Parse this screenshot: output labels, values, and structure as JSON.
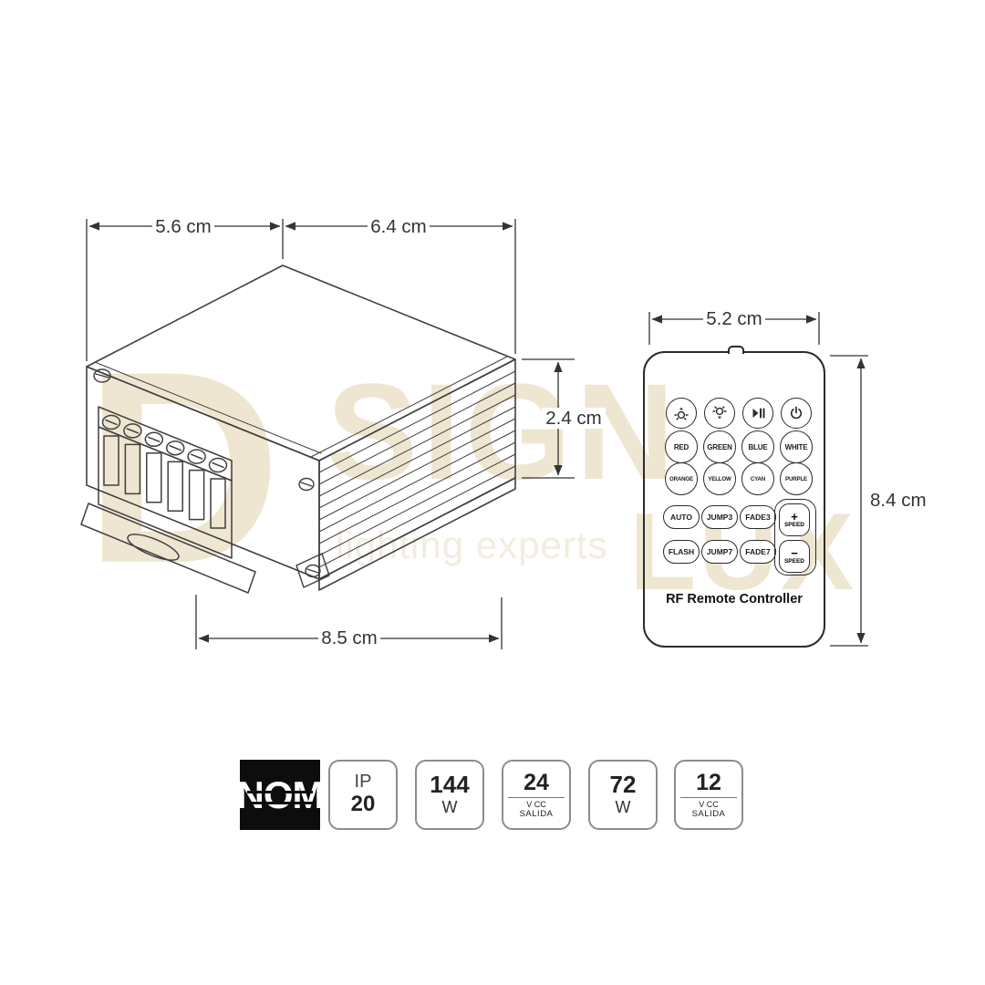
{
  "colors": {
    "line": "#3f3f3f",
    "watermark": "#efe6d1",
    "nom_bg": "#0d0d0d",
    "badge_border": "#8c8c8c"
  },
  "watermark": {
    "letter_d": "D",
    "sign": "SIGN",
    "lux": "LUX",
    "tagline": "lighting experts"
  },
  "device": {
    "dim_top_left": "5.6 cm",
    "dim_top_right": "6.4 cm",
    "dim_side": "2.4 cm",
    "dim_bottom": "8.5 cm"
  },
  "remote": {
    "dim_width": "5.2 cm",
    "dim_height": "8.4 cm",
    "title": "RF Remote Controller",
    "top_icons": [
      "brightness-up",
      "brightness-down",
      "play-pause",
      "power"
    ],
    "colors_row1": [
      "RED",
      "GREEN",
      "BLUE",
      "WHITE"
    ],
    "colors_row2": [
      "ORANGE",
      "YELLOW",
      "CYAN",
      "PURPLE"
    ],
    "modes_row1": [
      "AUTO",
      "JUMP3",
      "FADE3"
    ],
    "modes_row2": [
      "FLASH",
      "JUMP7",
      "FADE7"
    ],
    "speed_plus_sign": "+",
    "speed_plus_label": "SPEED",
    "speed_minus_sign": "−",
    "speed_minus_label": "SPEED"
  },
  "certs": {
    "nom": "NOM",
    "badges": [
      {
        "line1": "IP",
        "line2": "20",
        "line3": ""
      },
      {
        "line1": "144",
        "line2": "W",
        "line3": ""
      },
      {
        "line1": "24",
        "line2": "V CC",
        "line3": "SALIDA"
      },
      {
        "line1": "72",
        "line2": "W",
        "line3": ""
      },
      {
        "line1": "12",
        "line2": "V CC",
        "line3": "SALIDA"
      }
    ]
  }
}
